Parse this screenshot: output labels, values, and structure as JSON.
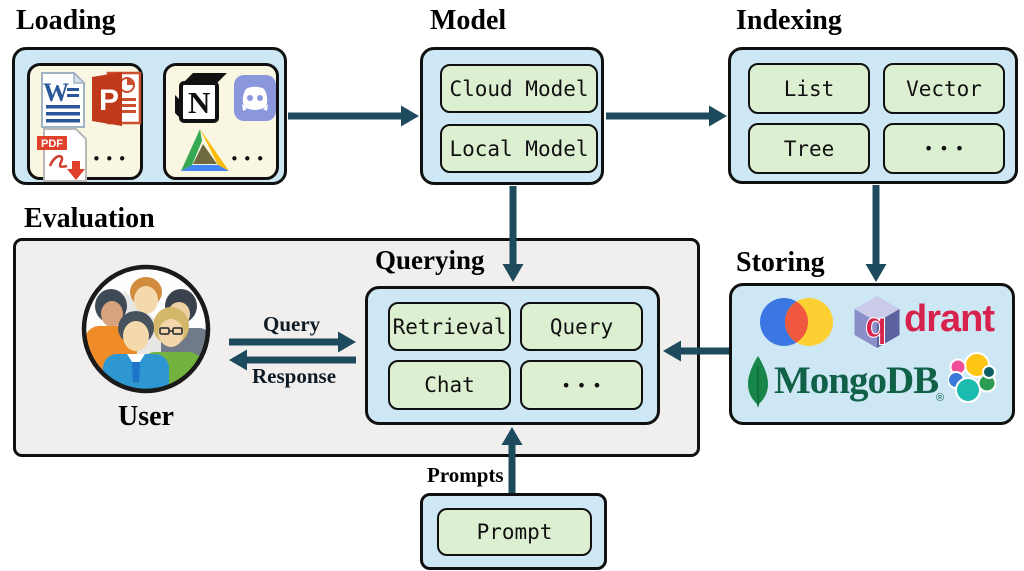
{
  "palette": {
    "arrow": "#1d4a5c",
    "panel_blue": "#cde8f4",
    "chip_green": "#ddefd1",
    "card_cream": "#f9f6e1",
    "evaluation_gray": "#f0efed",
    "border_dark": "#101010",
    "mongodb_green": "#116149",
    "qdrant_crimson": "#d6224c"
  },
  "loading": {
    "title": "Loading",
    "documents_ellipsis": "•••",
    "apps_ellipsis": "•••",
    "word_letter": "W",
    "powerpoint_letter": "P",
    "pdf_label": "PDF",
    "notion_letter": "N"
  },
  "model": {
    "title": "Model",
    "items": [
      "Cloud Model",
      "Local Model"
    ]
  },
  "indexing": {
    "title": "Indexing",
    "items": [
      "List",
      "Vector",
      "Tree",
      "•••"
    ]
  },
  "storing": {
    "title": "Storing",
    "qdrant_q": "q",
    "qdrant_text": "drant",
    "mongodb_text": "MongoDB",
    "mongodb_reg": "®"
  },
  "evaluation": {
    "title": "Evaluation",
    "user_label": "User",
    "query_arrow_label": "Query",
    "response_arrow_label": "Response"
  },
  "querying": {
    "title": "Querying",
    "items": [
      "Retrieval",
      "Query",
      "Chat",
      "•••"
    ]
  },
  "prompting": {
    "arrow_label": "Prompts",
    "prompt_label": "Prompt"
  }
}
